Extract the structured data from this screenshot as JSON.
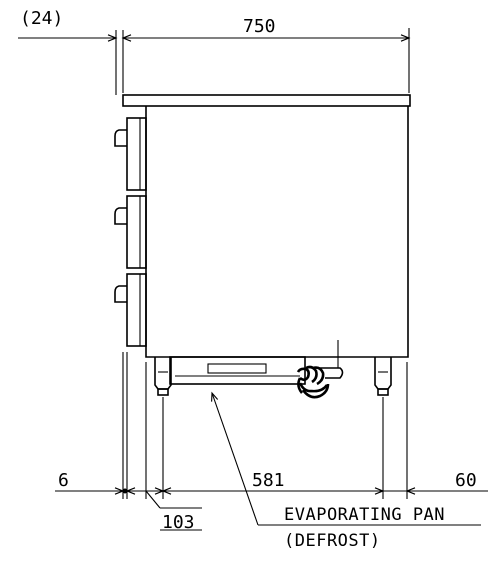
{
  "dimensions": {
    "offset_top": "(24)",
    "depth_total": "750",
    "offset_left_bottom": "6",
    "leg_inset_front": "103",
    "leg_span": "581",
    "leg_inset_rear": "60"
  },
  "labels": {
    "evaporating_pan": "EVAPORATING PAN",
    "defrost": "(DEFROST)"
  }
}
